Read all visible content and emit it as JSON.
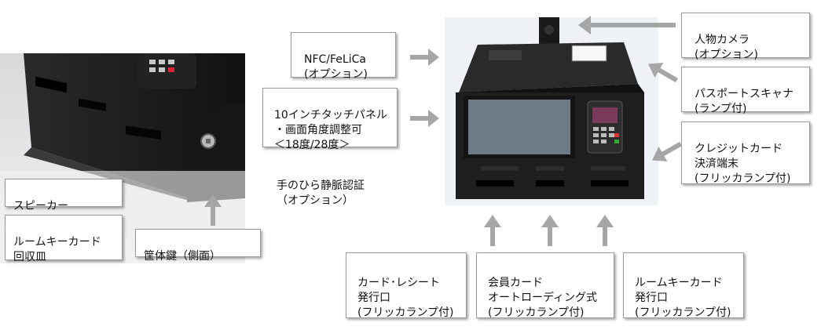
{
  "colors": {
    "arrow": "#a6a6a6",
    "box_border": "#9a9a9a",
    "device": "#1e1e1e",
    "screen": "#6e7a86"
  },
  "left_photo": {
    "speaker_label": "スピーカー",
    "room_key_return_label": "ルームキーカード\n回収皿",
    "case_key_label": "筐体鍵（側面）"
  },
  "callouts": {
    "nfc": "NFC/FeLiCa\n(オプション)",
    "touch_panel": "10インチタッチパネル\n・画面角度調整可\n＜18度/28度＞",
    "vein_auth": "手のひら静脈認証\n（オプション）",
    "person_camera": "人物カメラ\n(オプション)",
    "passport_scanner": "パスポートスキャナ\n(ランプ付)",
    "credit_terminal": "クレジットカード\n決済端末\n(フリッカランプ付)",
    "card_receipt": "カード･レシート\n発行口\n(フリッカランプ付)",
    "member_card": "会員カード\nオートローディング式\n(フリッカランプ付)",
    "room_key_issue": "ルームキーカード\n発行口\n(フリッカランプ付)"
  }
}
